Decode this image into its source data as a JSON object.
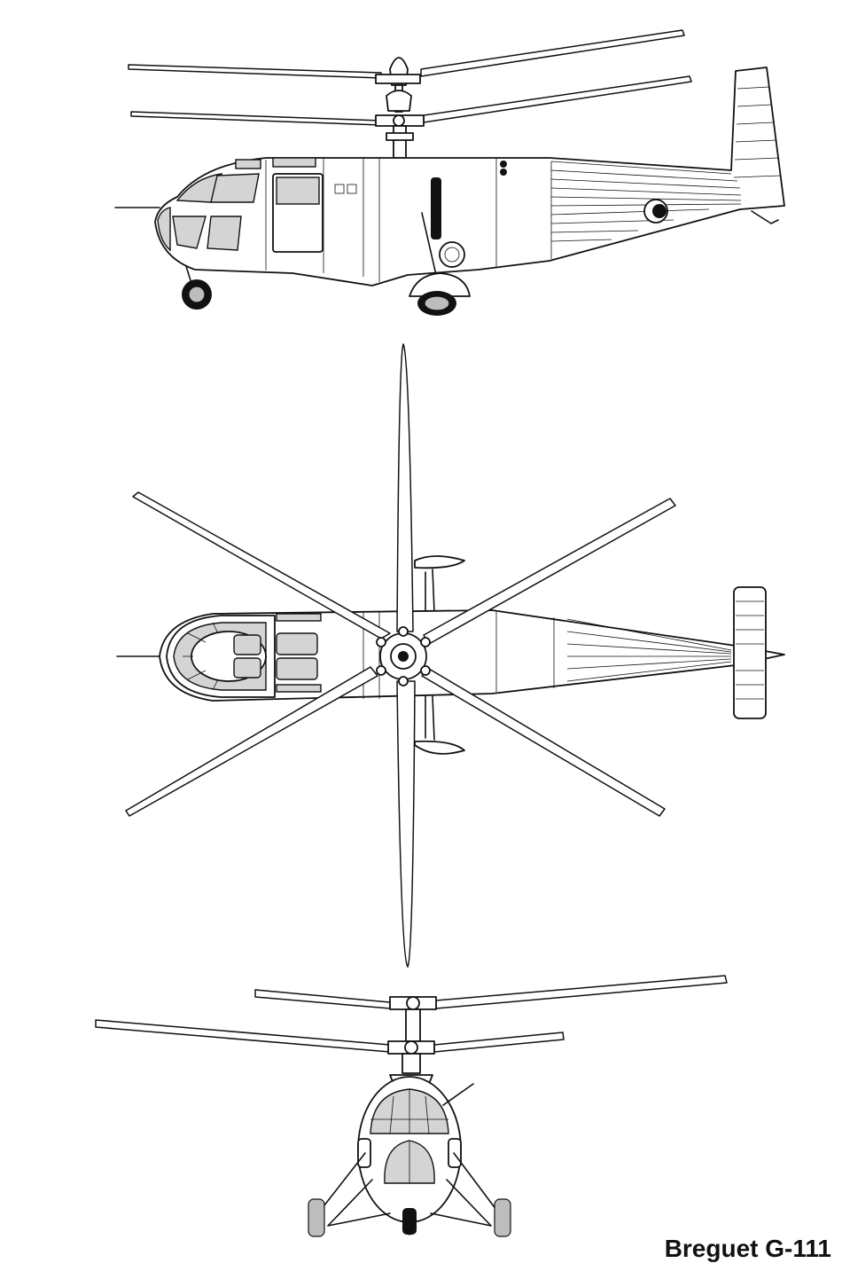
{
  "caption": "Breguet G-111",
  "views": [
    "side-view",
    "top-view",
    "front-view"
  ]
}
